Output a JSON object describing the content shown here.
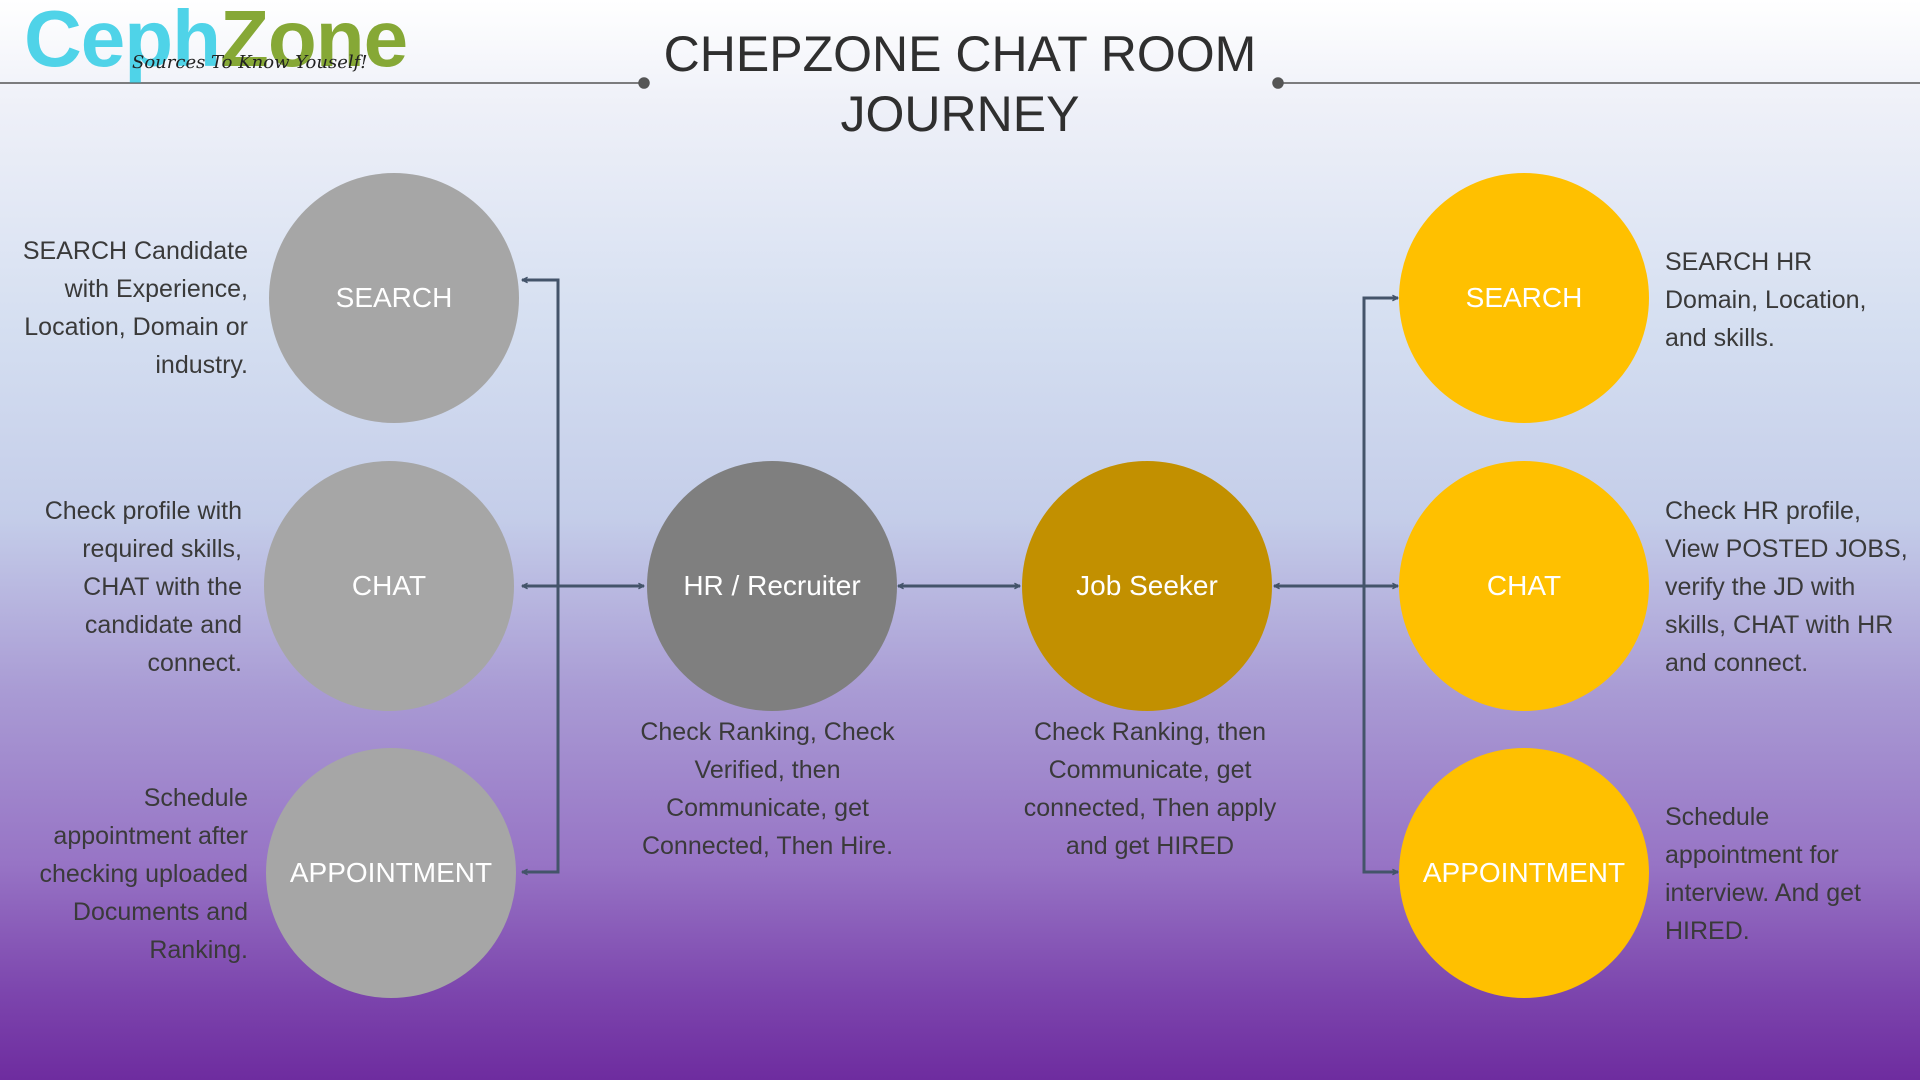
{
  "logo": {
    "part1": "Ceph",
    "part2": "Zone",
    "tagline": "Sources To Know Youself!"
  },
  "title": "CHEPZONE CHAT ROOM JOURNEY",
  "hr_side": {
    "search": {
      "label": "SEARCH",
      "note": "SEARCH Candidate with Experience, Location, Domain or industry."
    },
    "chat": {
      "label": "CHAT",
      "note": "Check profile with required skills, CHAT with the candidate and connect."
    },
    "appointment": {
      "label": "APPOINTMENT",
      "note": "Schedule appointment after checking uploaded Documents and Ranking."
    }
  },
  "hr": {
    "label": "HR / Recruiter",
    "note": "Check Ranking, Check Verified, then Communicate, get Connected, Then Hire."
  },
  "seeker": {
    "label": "Job Seeker",
    "note": "Check Ranking, then Communicate,  get connected, Then apply and get HIRED"
  },
  "seeker_side": {
    "search": {
      "label": "SEARCH",
      "note": "SEARCH HR Domain, Location, and skills."
    },
    "chat": {
      "label": "CHAT",
      "note": "Check HR profile, View POSTED JOBS, verify the JD with skills, CHAT with HR and connect."
    },
    "appointment": {
      "label": "APPOINTMENT",
      "note": "Schedule appointment for interview. And get HIRED."
    }
  },
  "colors": {
    "gray": "#a6a6a6",
    "dark_gray": "#7f7f7f",
    "gold": "#c29000",
    "yellow": "#ffc000",
    "arrow": "#44546a",
    "brand_cyan": "#4fd3e8",
    "brand_green": "#86a836"
  }
}
